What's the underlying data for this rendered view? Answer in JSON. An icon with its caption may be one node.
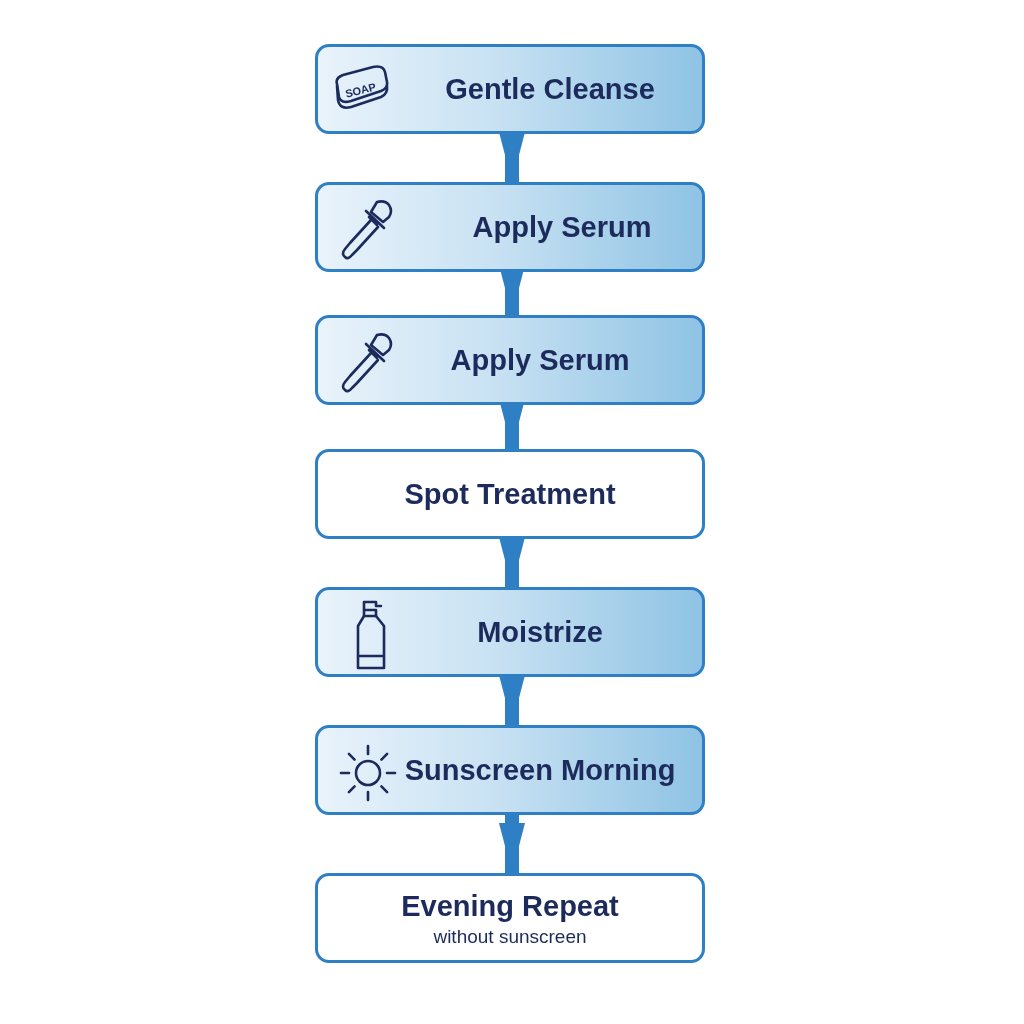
{
  "diagram": {
    "nodes": [
      {
        "text": [
          "Gentle Cleanse"
        ]
      },
      {
        "text": [
          "Apply Serum"
        ]
      },
      {
        "text": [
          "Apply Serum"
        ]
      },
      {
        "text": [
          "Spot Treatment"
        ]
      },
      {
        "text": [
          "Moistrize"
        ]
      },
      {
        "text": [
          "Sunscreen Morning"
        ]
      },
      {
        "text": [
          "Evening Repeat",
          "without sunscreen"
        ]
      }
    ],
    "edges": [
      {
        "from": 0,
        "to": 1,
        "arrow": "to"
      },
      {
        "from": 1,
        "to": 2,
        "arrow": "to"
      },
      {
        "from": 2,
        "to": 3,
        "arrow": "to"
      },
      {
        "from": 3,
        "to": 4,
        "arrow": "to"
      },
      {
        "from": 4,
        "to": 5,
        "arrow": "to"
      },
      {
        "from": 5,
        "to": 6,
        "arrow": "to"
      }
    ],
    "labels": [
      "SOAP"
    ]
  }
}
